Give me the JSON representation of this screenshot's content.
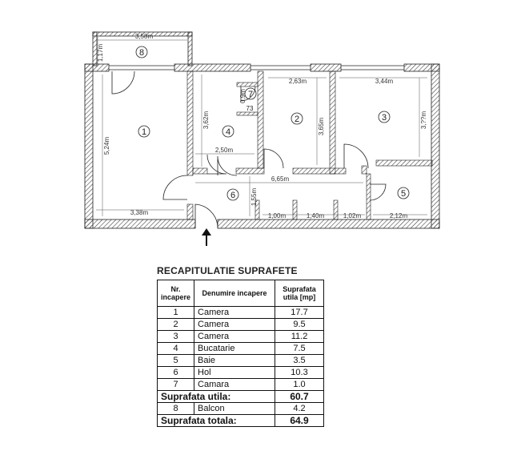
{
  "plan": {
    "rooms": [
      {
        "number": "1"
      },
      {
        "number": "2"
      },
      {
        "number": "3"
      },
      {
        "number": "4"
      },
      {
        "number": "5"
      },
      {
        "number": "6"
      },
      {
        "number": "7"
      },
      {
        "number": "8"
      }
    ],
    "dimensions": {
      "balcony_width": "3,58m",
      "balcony_depth": "1,17m",
      "room1_height": "5,24m",
      "room1_width": "3,38m",
      "room4_height": "3,62m",
      "room4_width": "2,50m",
      "room7_height": "0,9m",
      "room7_width": "73",
      "room2_width": "2,63m",
      "room2_height": "3,65m",
      "room3_width": "3,44m",
      "room3_height": "3,??m",
      "hall_length": "6,65m",
      "hall_width": "1,55m",
      "seg_a": "1,00m",
      "seg_b": "1,40m",
      "seg_c": "1,02m",
      "bath_width": "2,12m"
    }
  },
  "table": {
    "title": "RECAPITULATIE SUPRAFETE",
    "headers": {
      "nr": "Nr. incapere",
      "name": "Denumire incapere",
      "area": "Suprafata utila [mp]"
    },
    "rows": [
      {
        "nr": "1",
        "name": "Camera",
        "area": "17.7"
      },
      {
        "nr": "2",
        "name": "Camera",
        "area": "9.5"
      },
      {
        "nr": "3",
        "name": "Camera",
        "area": "11.2"
      },
      {
        "nr": "4",
        "name": "Bucatarie",
        "area": "7.5"
      },
      {
        "nr": "5",
        "name": "Baie",
        "area": "3.5"
      },
      {
        "nr": "6",
        "name": "Hol",
        "area": "10.3"
      },
      {
        "nr": "7",
        "name": "Camara",
        "area": "1.0"
      }
    ],
    "useful_label": "Suprafata utila:",
    "useful_value": "60.7",
    "balcony": {
      "nr": "8",
      "name": "Balcon",
      "area": "4.2"
    },
    "total_label": "Suprafata totala:",
    "total_value": "64.9"
  }
}
